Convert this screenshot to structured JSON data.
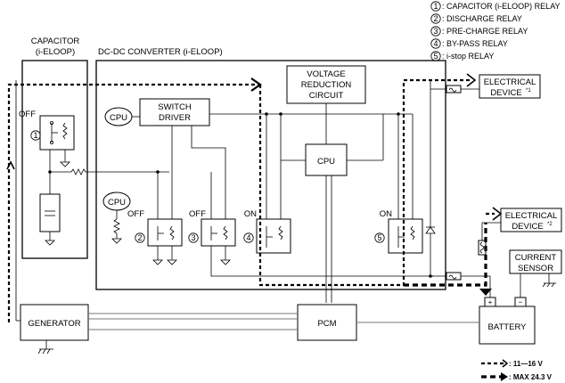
{
  "legend": {
    "items": [
      {
        "num": "1",
        "label": ": CAPACITOR (i-ELOOP) RELAY"
      },
      {
        "num": "2",
        "label": ": DISCHARGE RELAY"
      },
      {
        "num": "3",
        "label": ": PRE-CHARGE RELAY"
      },
      {
        "num": "4",
        "label": ": BY-PASS RELAY"
      },
      {
        "num": "5",
        "label": ": i-stop RELAY"
      }
    ],
    "voltage_low": ": 11—16 V",
    "voltage_high": ": MAX 24.3 V"
  },
  "capacitor": {
    "title_line1": "CAPACITOR",
    "title_line2": "(i-ELOOP)"
  },
  "converter": {
    "title": "DC-DC CONVERTER (i-ELOOP)"
  },
  "voltage_reduction": {
    "line1": "VOLTAGE",
    "line2": "REDUCTION",
    "line3": "CIRCUIT"
  },
  "switch_driver": {
    "line1": "SWITCH",
    "line2": "DRIVER"
  },
  "cpu_label": "CPU",
  "states": {
    "relay1": "OFF",
    "relay2": "OFF",
    "relay3": "OFF",
    "relay4": "ON",
    "relay5": "ON"
  },
  "relay_numbers": {
    "r1": "1",
    "r2": "2",
    "r3": "3",
    "r4": "4",
    "r5": "5"
  },
  "electrical_device_1": {
    "line1": "ELECTRICAL",
    "line2": "DEVICE",
    "sup": "*1"
  },
  "electrical_device_2": {
    "line1": "ELECTRICAL",
    "line2": "DEVICE",
    "sup": "*2"
  },
  "current_sensor": {
    "line1": "CURRENT",
    "line2": "SENSOR"
  },
  "battery": {
    "label": "BATTERY",
    "plus": "+",
    "minus": "−"
  },
  "generator": {
    "label": "GENERATOR"
  },
  "pcm": {
    "label": "PCM"
  }
}
